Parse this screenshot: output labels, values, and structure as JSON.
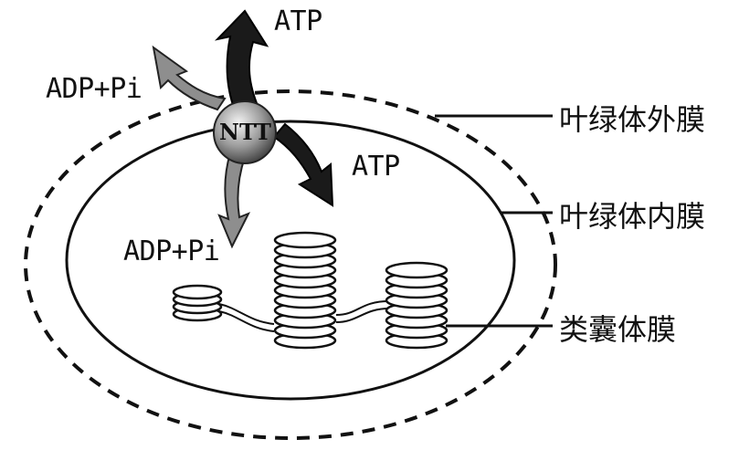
{
  "labels": {
    "atp_top": "ATP",
    "atp_right": "ATP",
    "adp_pi_left": "ADP+Pi",
    "adp_pi_bottom": "ADP+Pi",
    "transporter": "NTT",
    "outer_membrane": "叶绿体外膜",
    "inner_membrane": "叶绿体内膜",
    "thylakoid_membrane": "类囊体膜"
  }
}
